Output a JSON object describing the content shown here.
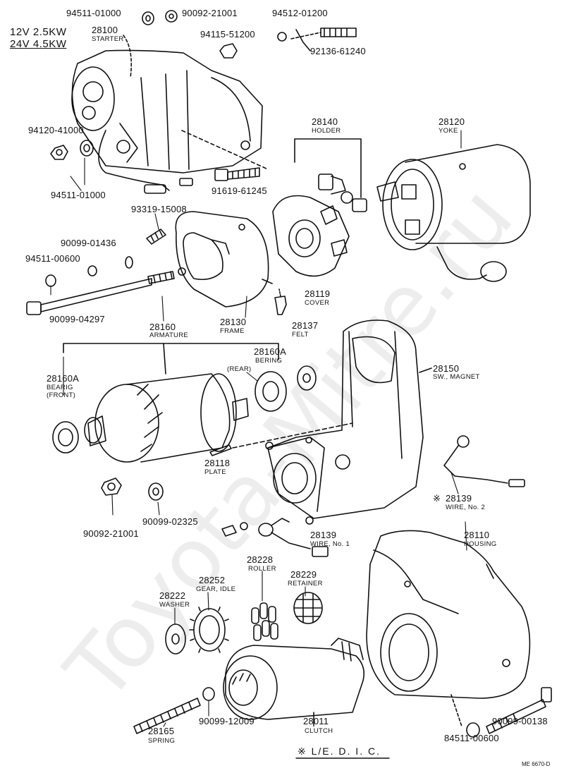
{
  "spec": {
    "line1": "12V  2.5KW",
    "line2": "24V  4.5KW"
  },
  "watermark": "Toyota-Mitre.ru",
  "parts": {
    "p94511_01000_top": {
      "num": "94511-01000"
    },
    "p90092_21001_top": {
      "num": "90092-21001"
    },
    "p94512_01200": {
      "num": "94512-01200"
    },
    "p28100": {
      "num": "28100",
      "cap": "STARTER"
    },
    "p94115_51200": {
      "num": "94115-51200"
    },
    "p92136_61240": {
      "num": "92136-61240"
    },
    "p94120_41000": {
      "num": "94120-41000"
    },
    "p94511_01000_left": {
      "num": "94511-01000"
    },
    "p91619_61245": {
      "num": "91619-61245"
    },
    "p28140": {
      "num": "28140",
      "cap": "HOLDER"
    },
    "p28120": {
      "num": "28120",
      "cap": "YOKE"
    },
    "p93319_15008": {
      "num": "93319-15008"
    },
    "p90099_01436": {
      "num": "90099-01436"
    },
    "p94511_00600": {
      "num": "94511-00600"
    },
    "p28119": {
      "num": "28119",
      "cap": "COVER"
    },
    "p90099_04297": {
      "num": "90099-04297"
    },
    "p28130": {
      "num": "28130",
      "cap": "FRAME"
    },
    "p28160": {
      "num": "28160",
      "cap": "ARMATURE"
    },
    "p28137": {
      "num": "28137",
      "cap": "FELT"
    },
    "p28160A_rear": {
      "num": "28160A",
      "cap": "BERING",
      "cap2": "(REAR)"
    },
    "p28160A_front": {
      "num": "28160A",
      "cap": "BEARIG",
      "cap2": "(FRONT)"
    },
    "p28150": {
      "num": "28150",
      "cap": "SW., MAGNET"
    },
    "p28118": {
      "num": "28118",
      "cap": "PLATE"
    },
    "p28139_2": {
      "num": "28139",
      "cap": "WIRE, No. 2",
      "mark": "※"
    },
    "p90092_21001_low": {
      "num": "90092-21001"
    },
    "p90099_02325": {
      "num": "90099-02325"
    },
    "p28139_1": {
      "num": "28139",
      "cap": "WIRE, No. 1"
    },
    "p28110": {
      "num": "28110",
      "cap": "HOUSING"
    },
    "p28228": {
      "num": "28228",
      "cap": "ROLLER"
    },
    "p28229": {
      "num": "28229",
      "cap": "RETAINER"
    },
    "p28252": {
      "num": "28252",
      "cap": "GEAR, IDLE"
    },
    "p28222": {
      "num": "28222",
      "cap": "WASHER"
    },
    "p28165": {
      "num": "28165",
      "cap": "SPRING"
    },
    "p90099_12009": {
      "num": "90099-12009"
    },
    "p28011": {
      "num": "28011",
      "cap": "CLUTCH"
    },
    "p84511_00600": {
      "num": "84511-00600"
    },
    "p90099_00138": {
      "num": "90099-00138"
    }
  },
  "footer": {
    "note": "※ L/E. D. I. C.",
    "code": "ME 6670-D"
  }
}
